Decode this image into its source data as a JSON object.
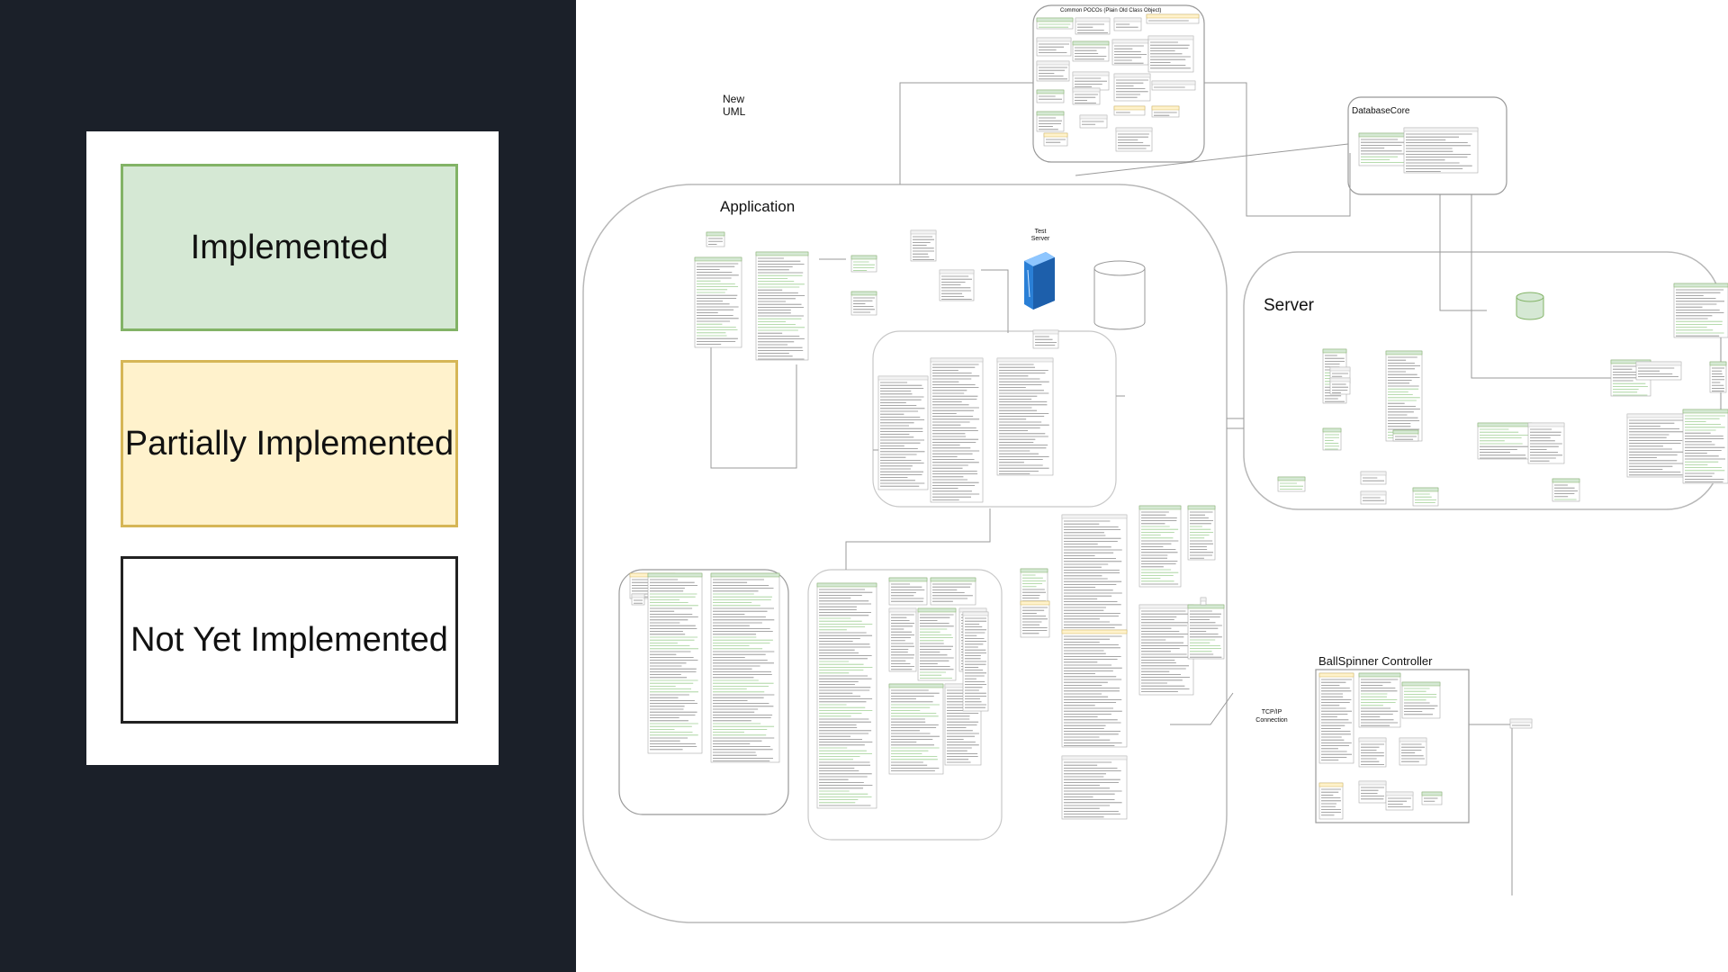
{
  "legend": {
    "implemented": "Implemented",
    "partially_implemented": "Partially Implemented",
    "not_yet_implemented": "Not Yet Implemented",
    "colors": {
      "implemented_fill": "#d5e8d4",
      "implemented_border": "#82b366",
      "partial_fill": "#fff2cc",
      "partial_border": "#d6b656",
      "not_yet_fill": "#ffffff",
      "not_yet_border": "#222222"
    }
  },
  "diagram": {
    "note": "New UML",
    "groups": {
      "common_pocos": "Common POCOs (Plain Old Class Object)",
      "database_core": "DatabaseCore",
      "application": "Application",
      "server": "Server",
      "ballspinner": "BallSpinner Controller"
    },
    "labels": {
      "tcp_connection": "TCP/IP Connection",
      "test_server": "Test Server"
    },
    "icons": [
      "server-icon",
      "database-icon"
    ]
  }
}
